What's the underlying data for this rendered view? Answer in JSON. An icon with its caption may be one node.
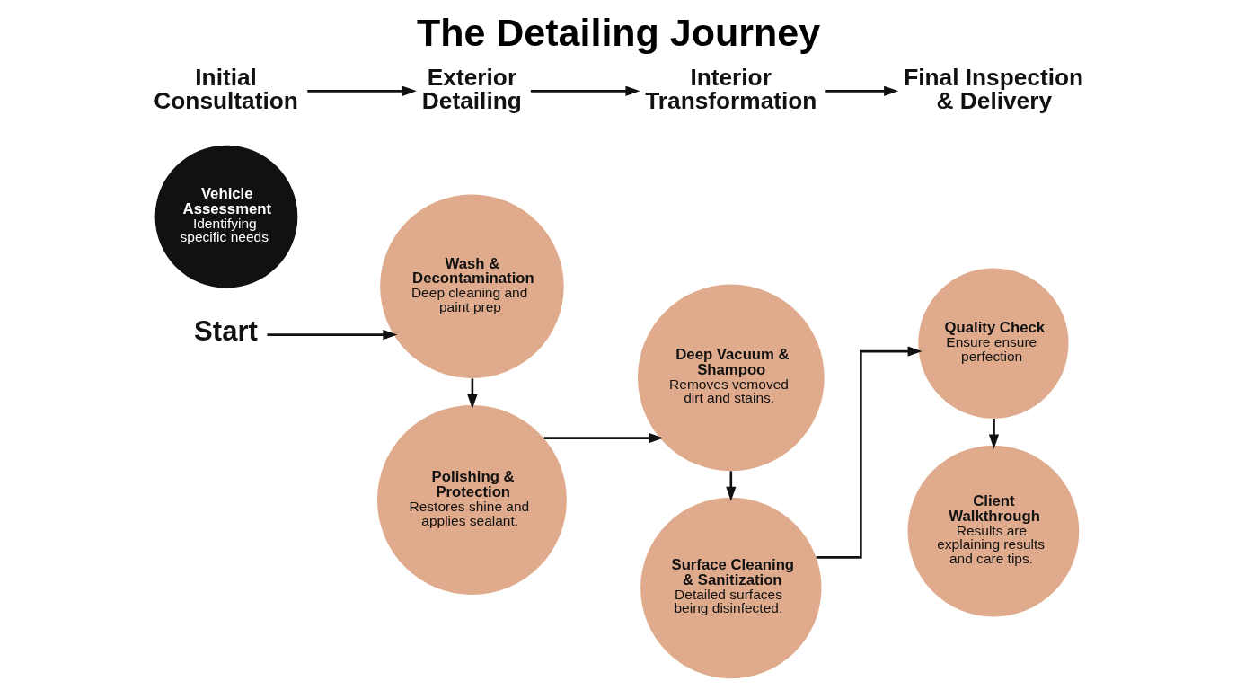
{
  "diagram": {
    "title": "The Detailing Journey",
    "nodes": [
      {
        "text": [
          "Initial Consultation"
        ]
      },
      {
        "text": [
          "Exterior Detailing"
        ]
      },
      {
        "text": [
          "Interior Transformation"
        ]
      },
      {
        "text": [
          "Final Inspection & Delivery"
        ]
      },
      {
        "text": [
          "Vehicle Assessment",
          "Identifying specific needs"
        ]
      },
      {
        "text": [
          "Wash & Decontamination",
          "Deep cleaning and paint prep"
        ]
      },
      {
        "text": [
          "Deep Vacuum & Shampoo",
          "Removes vemoved dirt and stains."
        ]
      },
      {
        "text": [
          "Quality Check",
          "Ensure ensure perfection"
        ]
      },
      {
        "text": [
          "Start"
        ]
      },
      {
        "text": [
          "Polishing & Protection",
          "Restores shine and applies sealant."
        ]
      },
      {
        "text": [
          "Surface Cleaning & Sanitization",
          "Detailed surfaces being disinfected."
        ]
      },
      {
        "text": [
          "Client Walkthrough",
          "Results are explaining results and care tips."
        ]
      }
    ],
    "edges": [
      {
        "from": 0,
        "to": 1,
        "arrow": "to"
      },
      {
        "from": 1,
        "to": 2,
        "arrow": "to"
      },
      {
        "from": 2,
        "to": 3,
        "arrow": "to"
      },
      {
        "from": 8,
        "to": 5,
        "arrow": "to"
      },
      {
        "from": 5,
        "to": 9,
        "arrow": "to"
      },
      {
        "from": 9,
        "to": 6,
        "arrow": "to"
      },
      {
        "from": 6,
        "to": 10,
        "arrow": "to"
      },
      {
        "from": 10,
        "to": 7,
        "arrow": "to"
      },
      {
        "from": 7,
        "to": 11,
        "arrow": "to"
      }
    ]
  }
}
